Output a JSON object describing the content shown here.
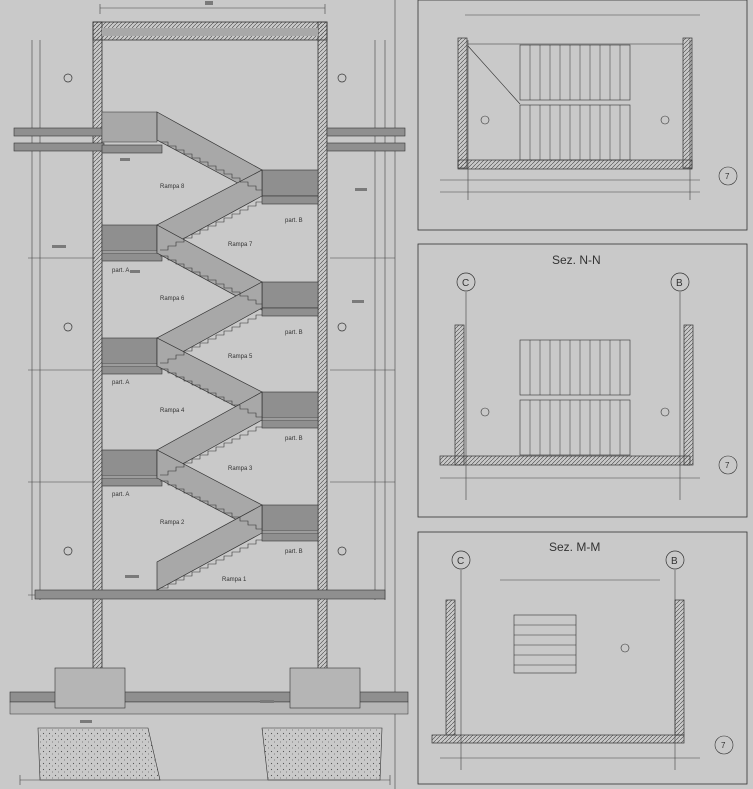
{
  "section_view": {
    "ramp_labels": [
      "Rampa 8",
      "Rampa 7",
      "Rampa 6",
      "Rampa 5",
      "Rampa 4",
      "Rampa 3",
      "Rampa 2",
      "Rampa 1"
    ],
    "part_a": "part. A",
    "part_b": "part. B"
  },
  "plan_top": {
    "grid_label": "7"
  },
  "plan_nn": {
    "title": "Sez. N-N",
    "axis_left": "C",
    "axis_right": "B",
    "grid_label": "7"
  },
  "plan_mm": {
    "title": "Sez. M-M",
    "axis_left": "C",
    "axis_right": "B",
    "grid_label": "7"
  },
  "colors": {
    "background": "#c9c9c9",
    "line": "#333333",
    "slab": "#8f8f8f",
    "ramp": "#a8a8a8"
  }
}
